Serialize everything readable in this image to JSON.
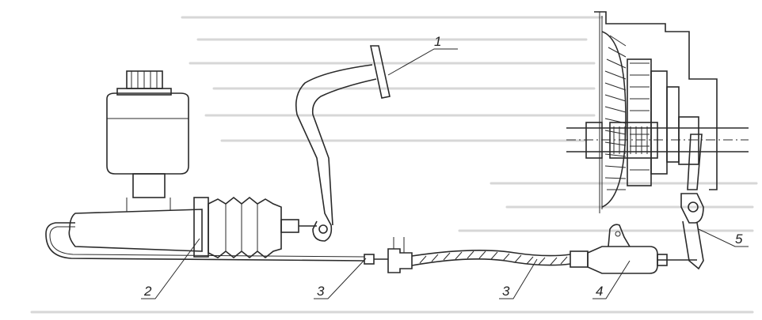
{
  "diagram": {
    "labels": {
      "pedal": "1",
      "master_cylinder": "2",
      "hose_left": "3",
      "hose_right": "3",
      "slave_cylinder": "4",
      "release_fork": "5"
    },
    "colors": {
      "ink": "#2a2a2a",
      "paper": "#ffffff",
      "bleed_through": "#d7d7d7"
    }
  }
}
